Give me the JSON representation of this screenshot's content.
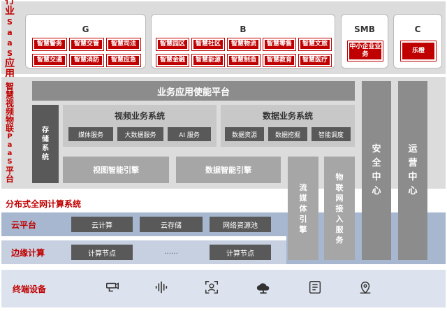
{
  "layer1": {
    "label": "行业SaaS应用",
    "groups": [
      {
        "title": "G",
        "items": [
          "智慧警务",
          "智慧交管",
          "智慧司法",
          "智慧交通",
          "智慧消防",
          "智慧应急"
        ]
      },
      {
        "title": "B",
        "items": [
          "智慧园区",
          "智慧社区",
          "智慧物流",
          "智慧零售",
          "智慧文旅",
          "智慧金融",
          "智慧能源",
          "智慧制造",
          "智慧教育",
          "智慧医疗"
        ]
      },
      {
        "title": "SMB",
        "items": [
          "中小企业业务"
        ]
      },
      {
        "title": "C",
        "items": [
          "乐橙"
        ]
      }
    ]
  },
  "layer2": {
    "label": "智慧视频物联PaaS平台",
    "top_bar": "业务应用使能平台",
    "storage": "存储系统",
    "video_sys": {
      "title": "视频业务系统",
      "items": [
        "媒体服务",
        "大数据服务",
        "AI 服务"
      ]
    },
    "data_sys": {
      "title": "数据业务系统",
      "items": [
        "数据资源",
        "数据挖掘",
        "智能调度"
      ]
    },
    "engines": [
      "视图智能引擎",
      "数据智能引擎"
    ],
    "stream": "流媒体引擎",
    "iot": "物联网接入服务",
    "security": "安全中心",
    "ops": "运营中心"
  },
  "layer3": {
    "label": "分布式全网计算系统",
    "cloud": {
      "label": "云平台",
      "items": [
        "云计算",
        "云存储",
        "网络资源池"
      ]
    },
    "edge": {
      "label": "边缘计算",
      "items": [
        "计算节点",
        "……",
        "计算节点"
      ]
    },
    "devices": {
      "label": "终端设备",
      "icons": [
        "camera-icon",
        "audio-wave-icon",
        "face-scan-icon",
        "cloud-network-icon",
        "list-device-icon",
        "location-pin-icon"
      ]
    }
  }
}
